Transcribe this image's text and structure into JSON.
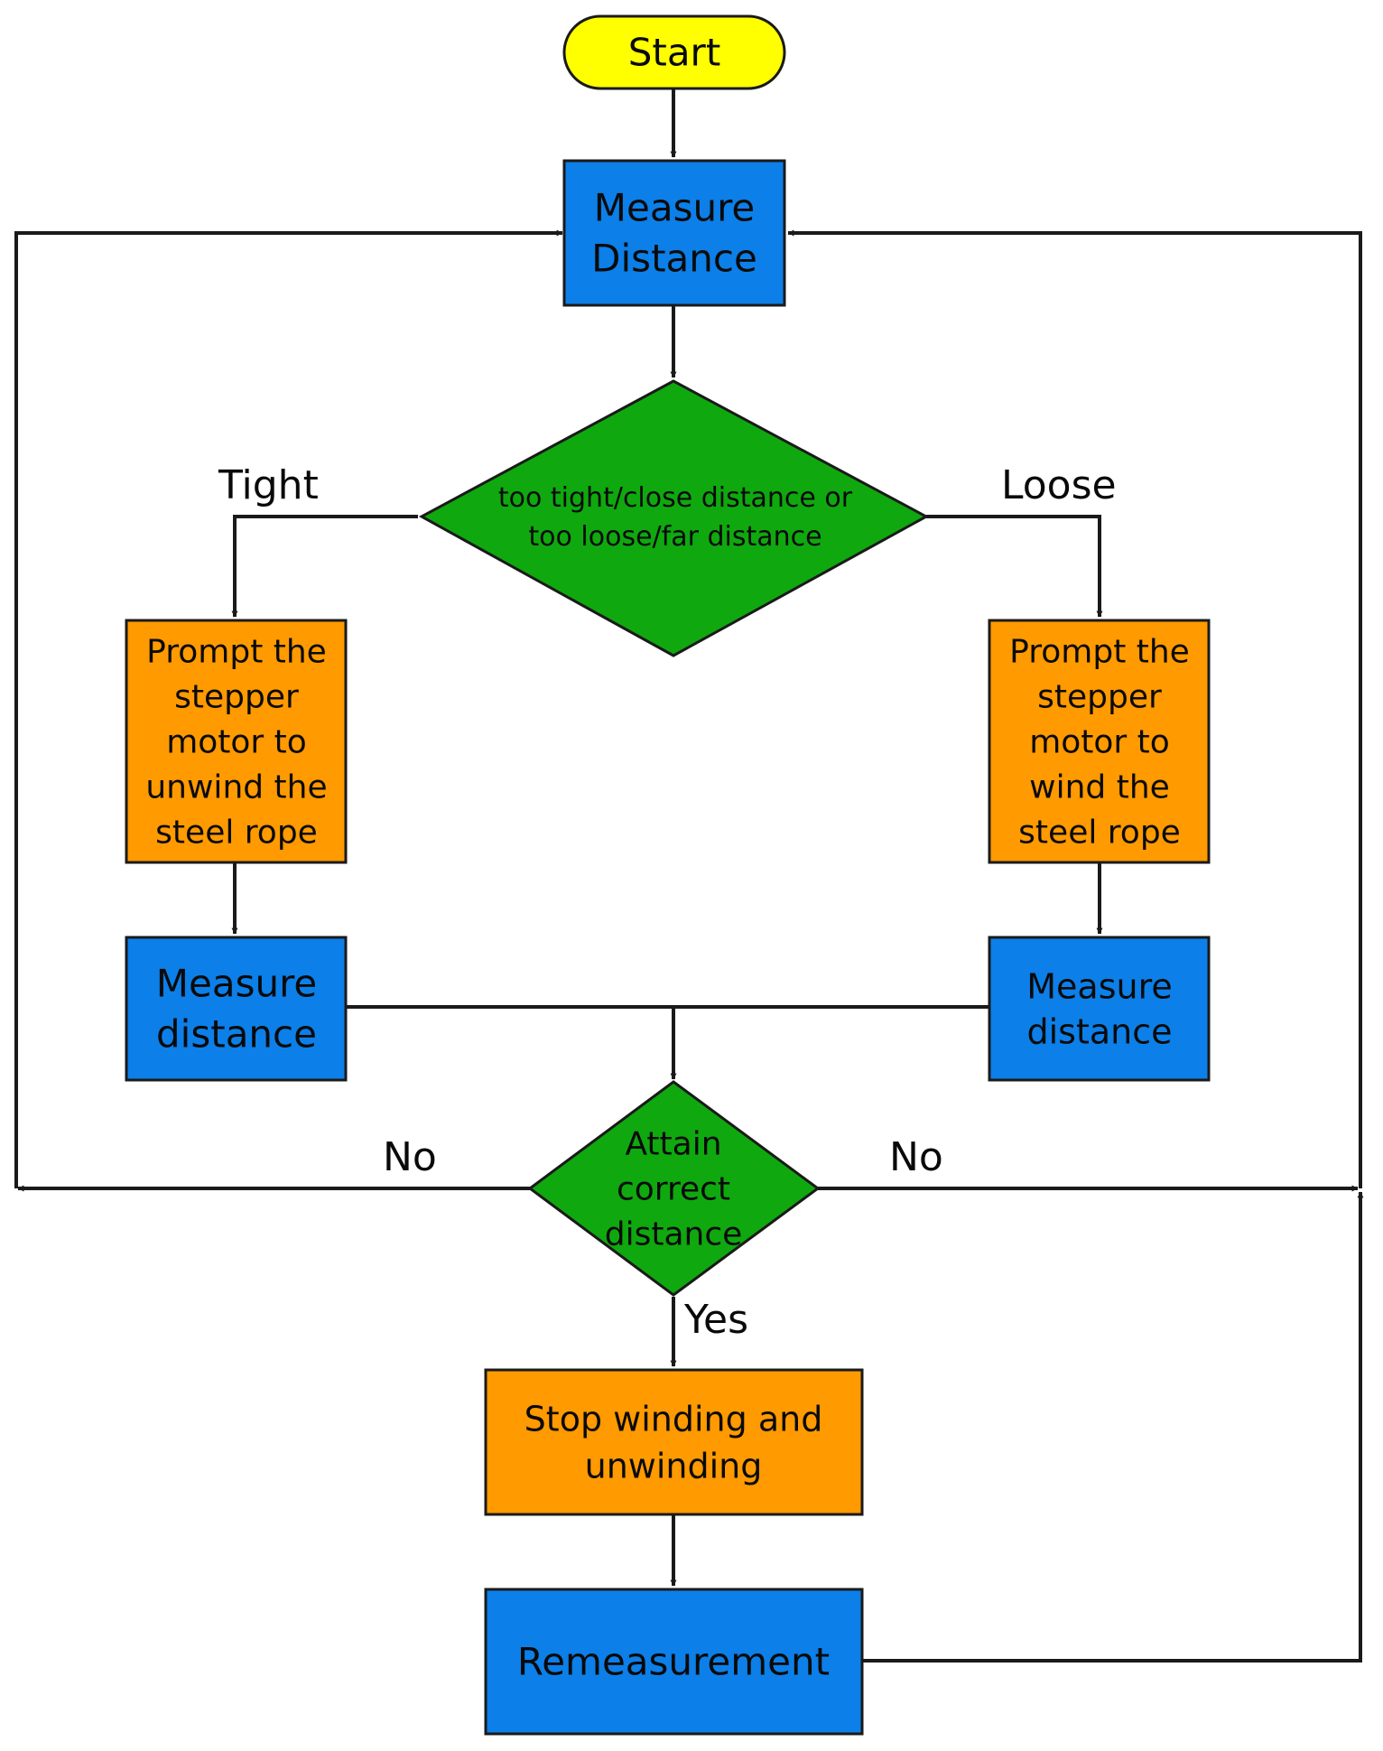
{
  "colors": {
    "start": "#ffff00",
    "process_blue": "#0c7fe8",
    "process_orange": "#ff9a00",
    "decision": "#0fa80f",
    "line": "#1a1a1a"
  },
  "nodes": {
    "start": {
      "lines": [
        "Start"
      ]
    },
    "measure_distance_top": {
      "lines": [
        "Measure",
        "Distance"
      ]
    },
    "decision_tension": {
      "lines": [
        "too tight/close distance or",
        "too loose/far distance"
      ]
    },
    "prompt_unwind": {
      "lines": [
        "Prompt the",
        "stepper",
        "motor to",
        "unwind the",
        "steel rope"
      ]
    },
    "prompt_wind": {
      "lines": [
        "Prompt the",
        "stepper",
        "motor to",
        "wind the",
        "steel rope"
      ]
    },
    "measure_left": {
      "lines": [
        "Measure",
        "distance"
      ]
    },
    "measure_right": {
      "lines": [
        "Measure",
        "distance"
      ]
    },
    "decision_correct": {
      "lines": [
        "Attain",
        "correct",
        "distance"
      ]
    },
    "stop_winding": {
      "lines": [
        "Stop winding and",
        "unwinding"
      ]
    },
    "remeasurement": {
      "lines": [
        "Remeasurement"
      ]
    }
  },
  "edge_labels": {
    "tight": "Tight",
    "loose": "Loose",
    "no_left": "No",
    "no_right": "No",
    "yes": "Yes"
  }
}
